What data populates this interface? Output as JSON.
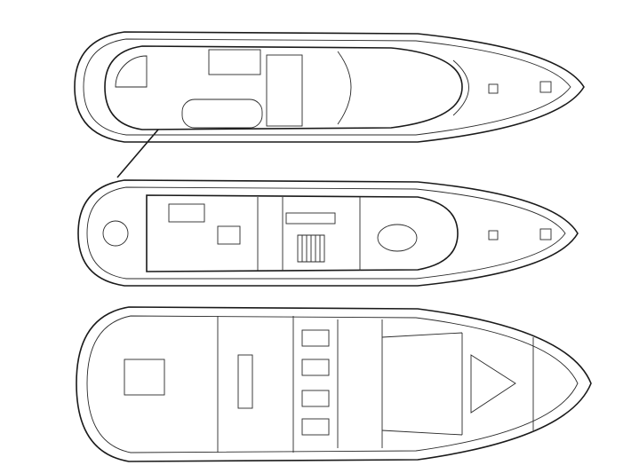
{
  "diagram": {
    "views": [
      {
        "id": "sun-deck"
      },
      {
        "id": "main-deck"
      },
      {
        "id": "lower-deck"
      }
    ],
    "colors": {
      "line": "#1a1a1a",
      "background": "#ffffff"
    }
  }
}
